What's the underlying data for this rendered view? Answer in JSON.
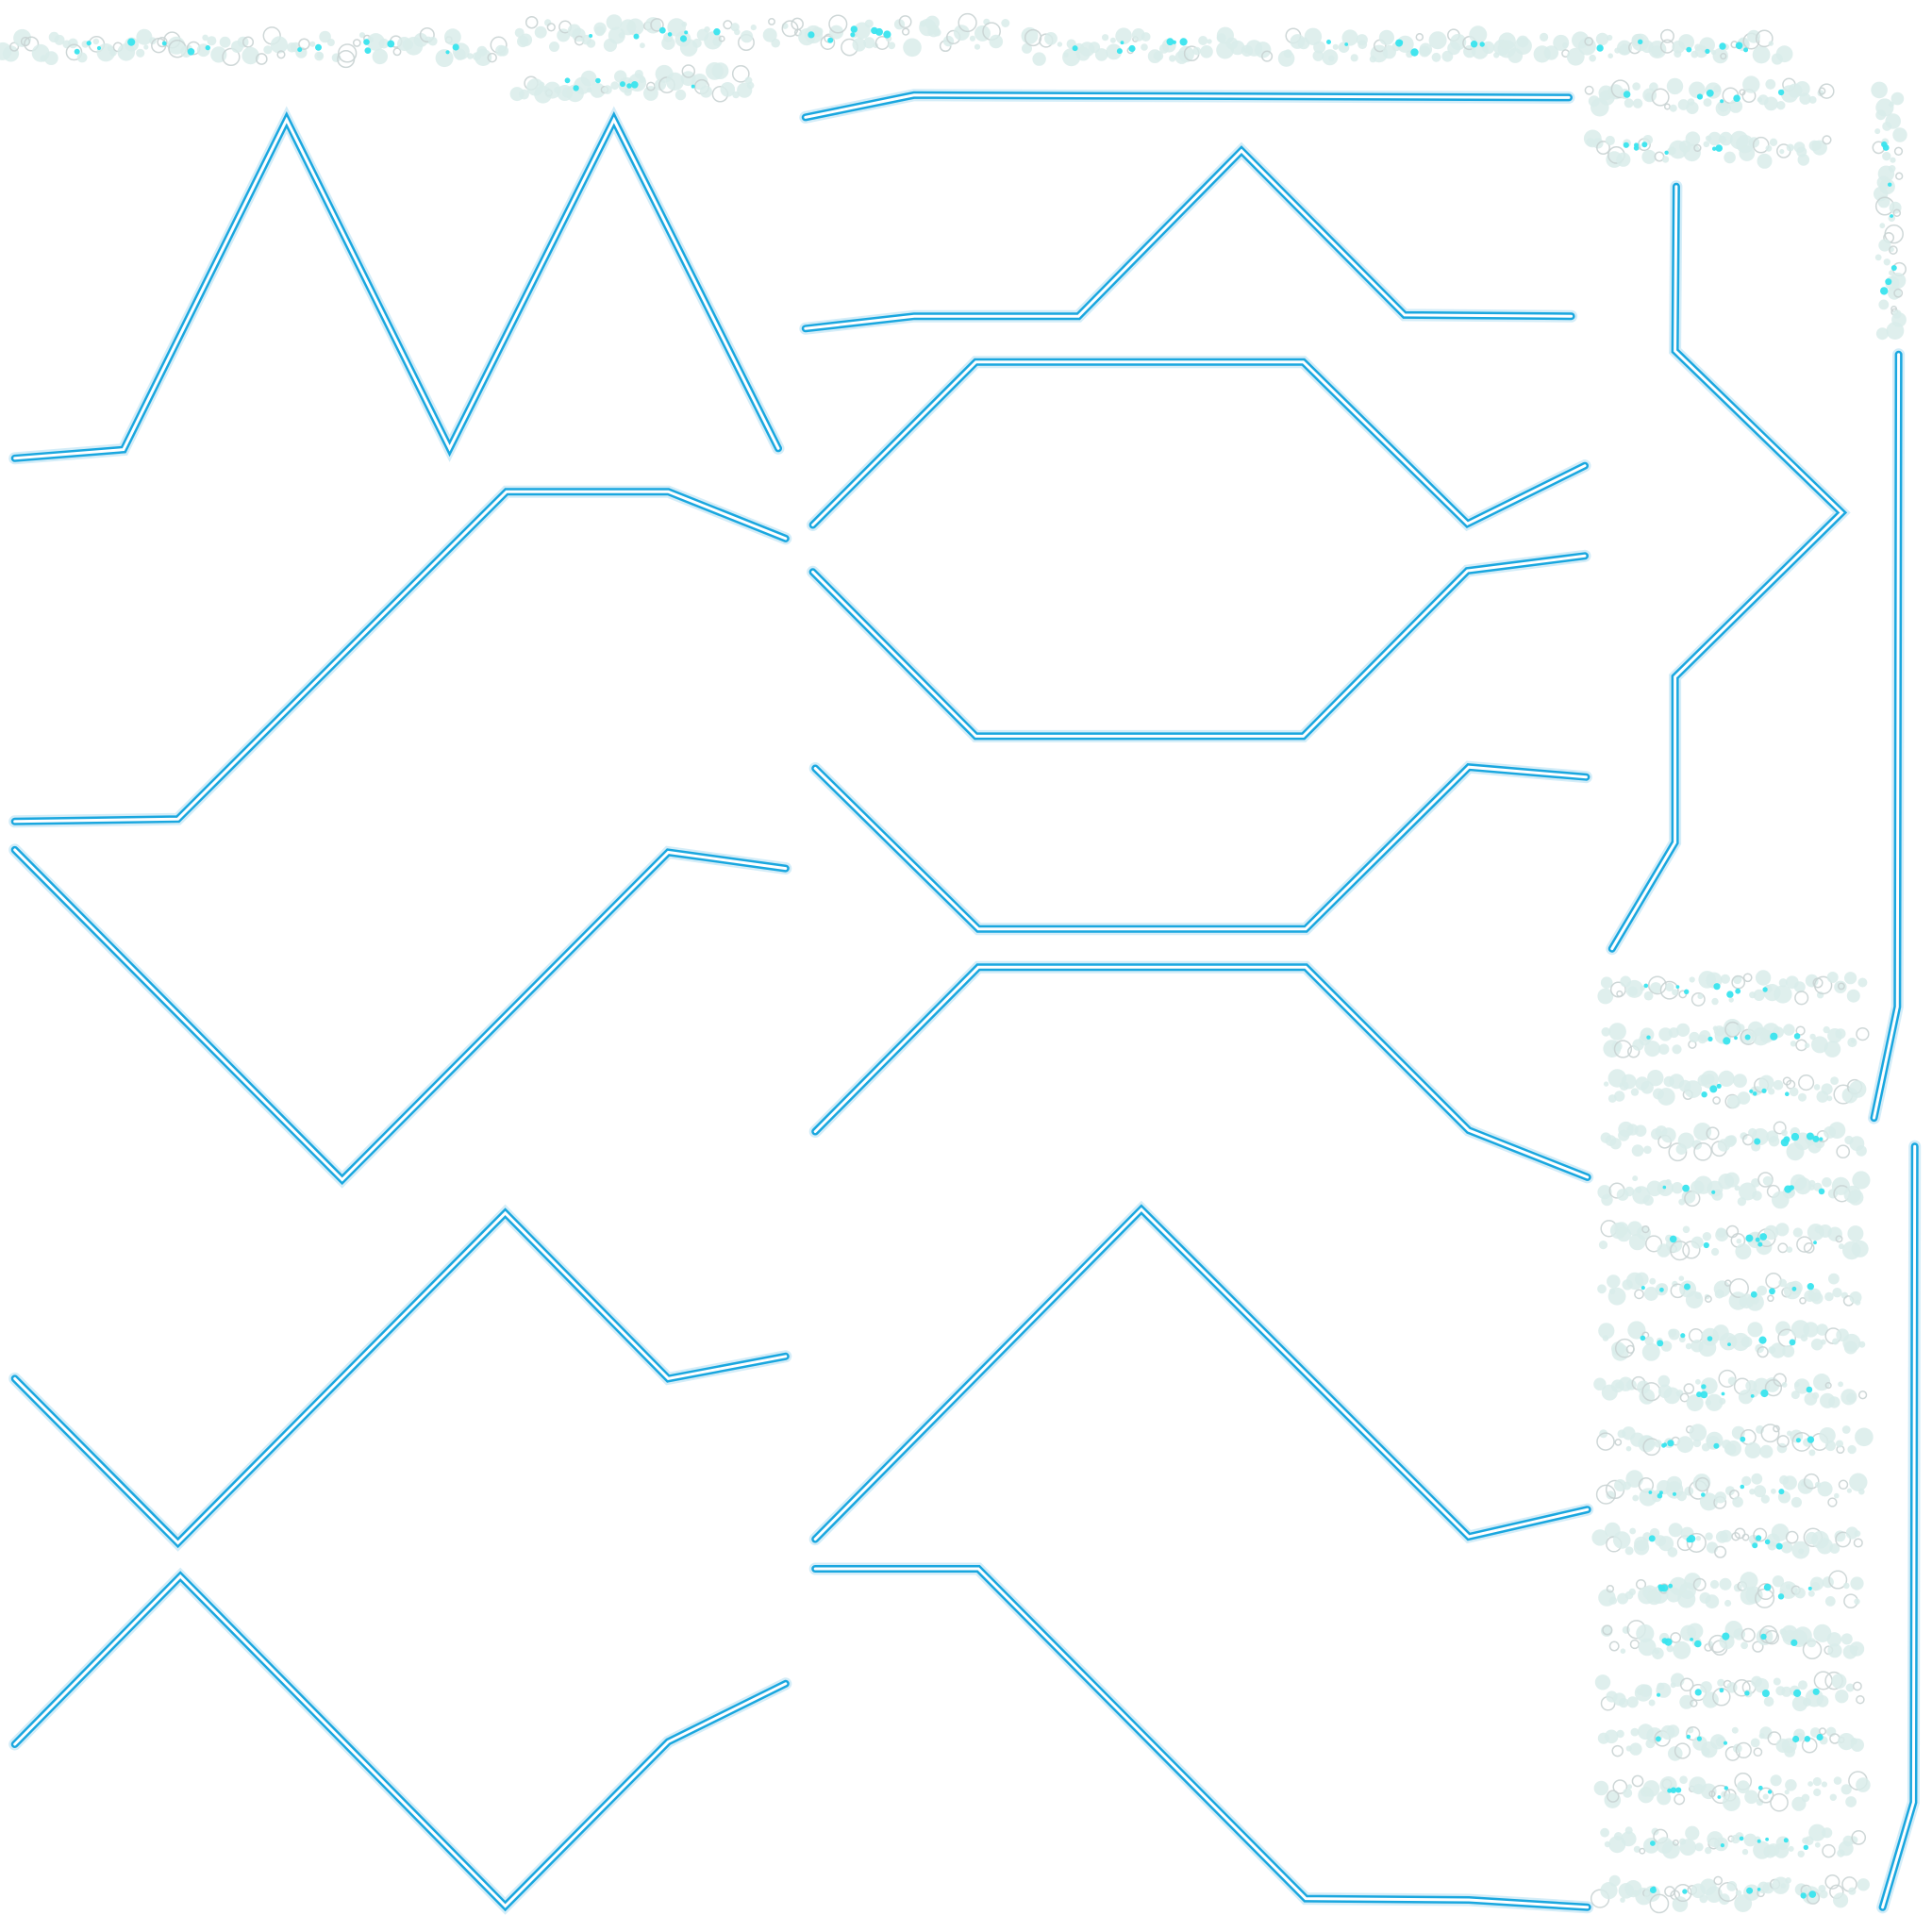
{
  "texture": {
    "kind": "effect-sprite-sheet",
    "contents": [
      "glowing-line-paths",
      "sparkle-strips"
    ]
  },
  "colors": {
    "background": "#ffffff",
    "line_glow": "#0e9bd8",
    "line_body": "#1aa7df",
    "line_core": "#ffffff",
    "sparkle_bubble": "#d9ecea",
    "sparkle_ring": "#c9d3d3",
    "sparkle_core": "#39e4ee"
  },
  "icons": [
    "glow-line-path-icon",
    "sparkle-strip-icon"
  ]
}
